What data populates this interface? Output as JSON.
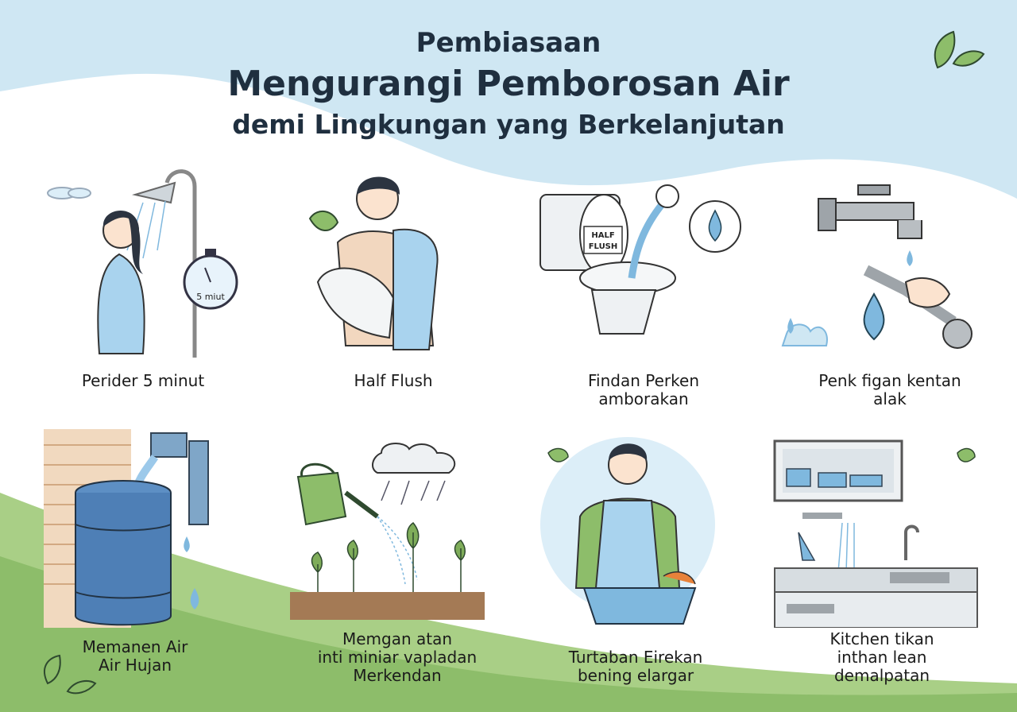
{
  "header": {
    "line1": "Pembiasaan",
    "line2": "Mengurangi Pemborosan Air",
    "line3": "demi Lingkungan yang Berkelanjutan"
  },
  "panels": [
    {
      "id": "shower",
      "lines": [
        "Perider 5 minut"
      ],
      "badge": "5 miut",
      "icon": "shower-icon"
    },
    {
      "id": "towel",
      "lines": [
        "Half Flush"
      ],
      "icon": "towel-icon"
    },
    {
      "id": "toilet",
      "lines": [
        "Findan Perken",
        "amborakan"
      ],
      "badge": "HALF FLUSH",
      "icon": "toilet-icon"
    },
    {
      "id": "faucet",
      "lines": [
        "Penk figan kentan",
        "alak"
      ],
      "icon": "wrench-icon"
    },
    {
      "id": "rain-barrel",
      "lines": [
        "Memanen Air",
        "Air Hujan"
      ],
      "icon": "barrel-icon"
    },
    {
      "id": "watering",
      "lines": [
        "Memgan atan",
        "inti miniar vapladan",
        "Merkendan"
      ],
      "icon": "watering-can-icon"
    },
    {
      "id": "washing",
      "lines": [
        "Turtaban Eirekan",
        "bening elargar"
      ],
      "icon": "basin-icon"
    },
    {
      "id": "kitchen",
      "lines": [
        "Kitchen tikan",
        "inthan lean",
        "demalpatan"
      ],
      "icon": "sink-icon"
    }
  ],
  "colors": {
    "sky": "#cfe7f3",
    "green": "#8dbd6a",
    "water": "#7fb8de",
    "ink": "#1f2f3f"
  }
}
